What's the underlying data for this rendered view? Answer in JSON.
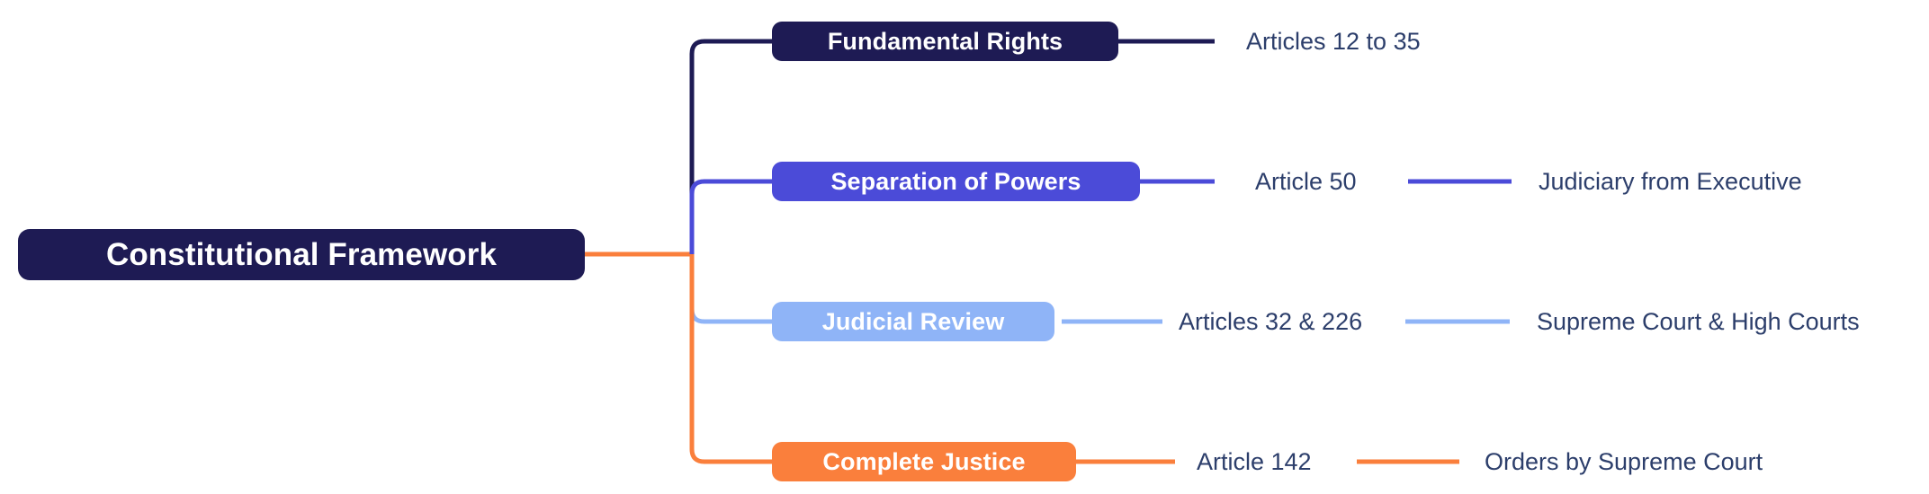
{
  "diagram": {
    "title": "Constitutional Framework",
    "type": "mind-map",
    "orientation": "left-to-right",
    "background": "#ffffff",
    "label_text_color": "#2c3e6b"
  },
  "root": {
    "label": "Constitutional Framework",
    "color": "#1e1b54",
    "text_color": "#ffffff"
  },
  "branches": [
    {
      "label": "Fundamental Rights",
      "color": "#1e1b54",
      "text_color": "#ffffff",
      "detail": "Articles 12 to 35",
      "note": ""
    },
    {
      "label": "Separation of Powers",
      "color": "#4b4bd8",
      "text_color": "#ffffff",
      "detail": "Article 50",
      "note": "Judiciary from Executive"
    },
    {
      "label": "Judicial Review",
      "color": "#8fb4f7",
      "text_color": "#ffffff",
      "detail": "Articles 32 & 226",
      "note": "Supreme Court & High Courts"
    },
    {
      "label": "Complete Justice",
      "color": "#fa7f3c",
      "text_color": "#ffffff",
      "detail": "Article 142",
      "note": "Orders by Supreme Court"
    }
  ],
  "trunk": {
    "color": "#fa7f3c"
  }
}
